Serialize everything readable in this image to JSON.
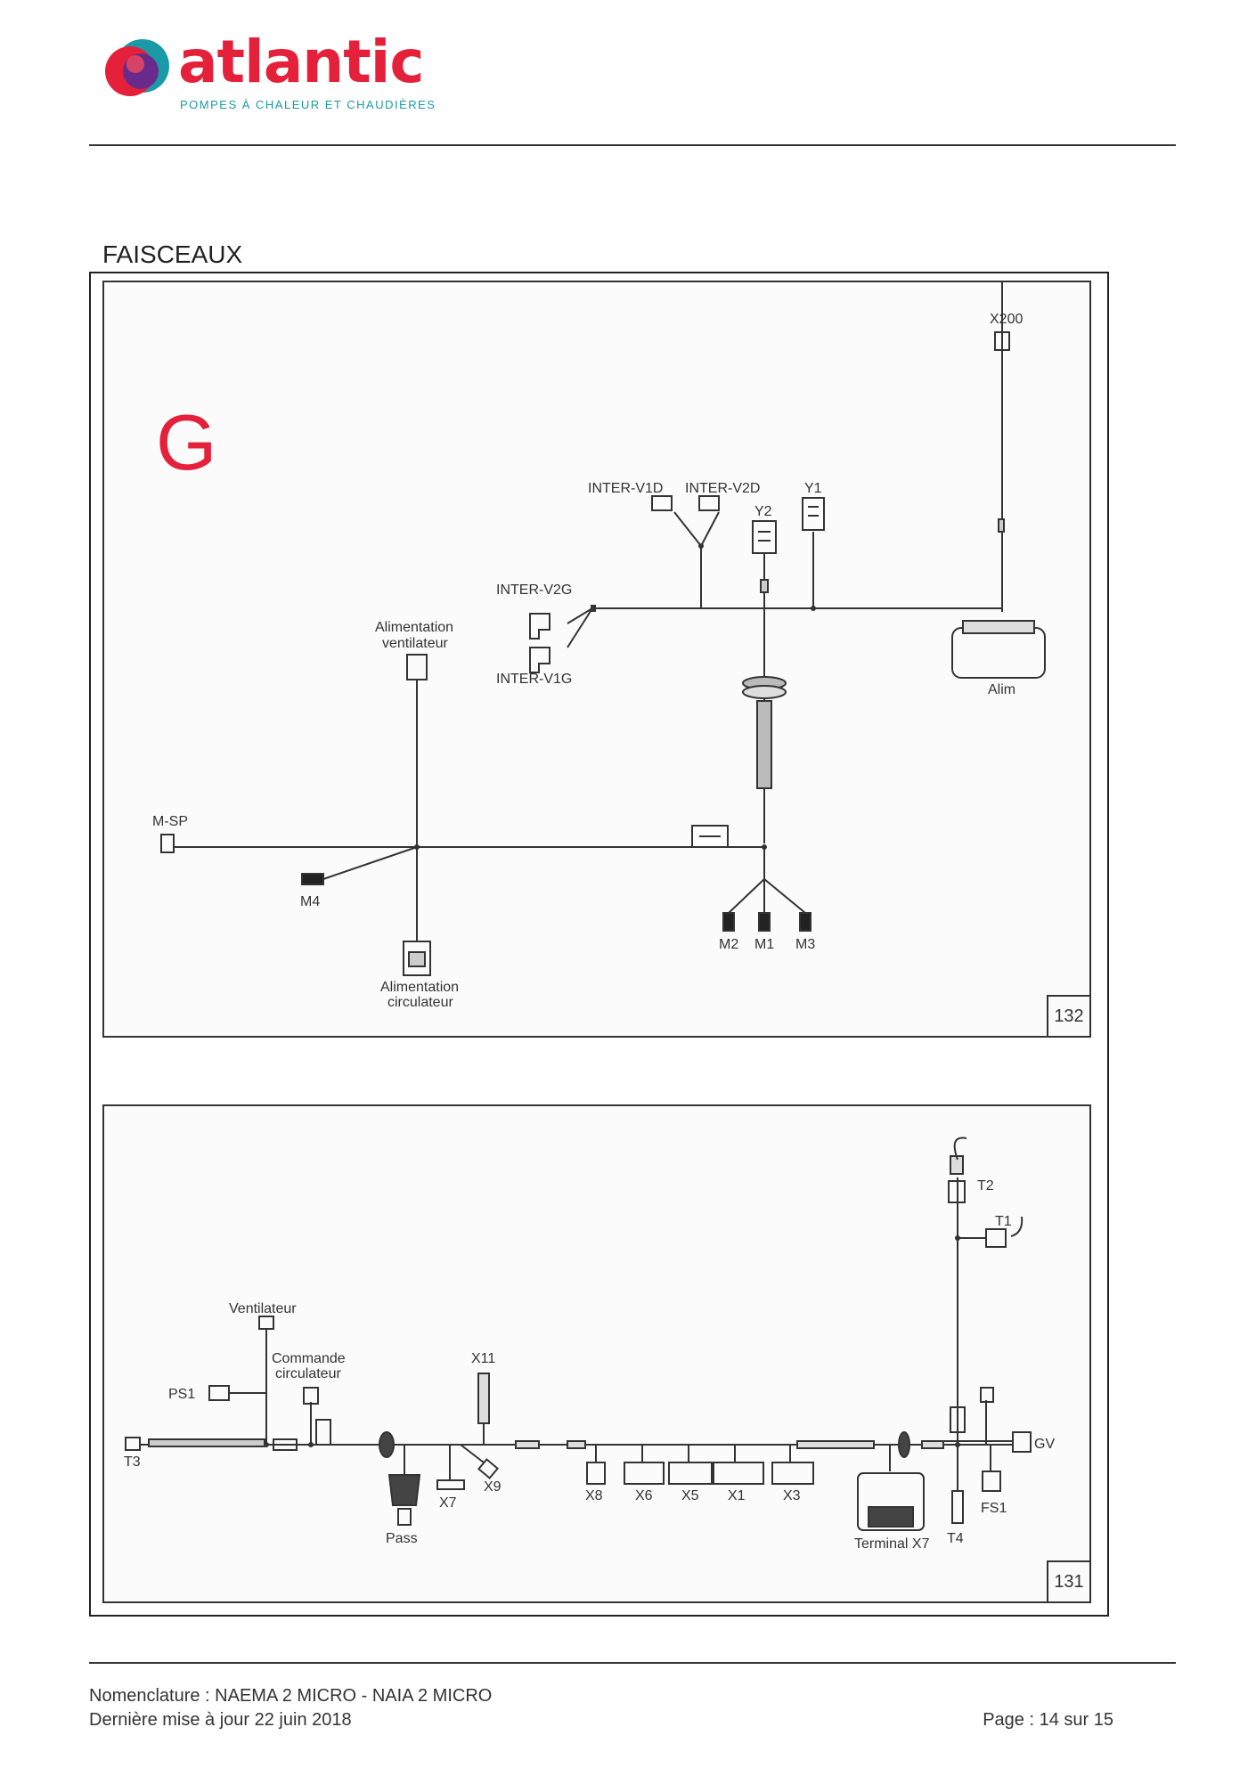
{
  "header": {
    "logo_word": "atlantic",
    "logo_tagline": "POMPES À CHALEUR ET CHAUDIÈRES",
    "colors": {
      "brand_red": "#e5203a",
      "brand_teal": "#1a9aa7",
      "brand_purple": "#6a2a8c"
    }
  },
  "section_title": "FAISCEAUX",
  "panel_top": {
    "variant_letter": "G",
    "number": "132",
    "labels": {
      "x200": "X200",
      "inter_v1d": "INTER-V1D",
      "inter_v2d": "INTER-V2D",
      "y1": "Y1",
      "y2": "Y2",
      "inter_v2g": "INTER-V2G",
      "inter_v1g": "INTER-V1G",
      "alim_vent_l1": "Alimentation",
      "alim_vent_l2": "ventilateur",
      "alim": "Alim",
      "msp": "M-SP",
      "m4": "M4",
      "m2": "M2",
      "m1": "M1",
      "m3": "M3",
      "alim_circ_l1": "Alimentation",
      "alim_circ_l2": "circulateur"
    }
  },
  "panel_bottom": {
    "number": "131",
    "labels": {
      "t2": "T2",
      "t1": "T1",
      "ventilateur": "Ventilateur",
      "cmd_circ_l1": "Commande",
      "cmd_circ_l2": "circulateur",
      "ps1": "PS1",
      "t3": "T3",
      "x11": "X11",
      "x9": "X9",
      "x7": "X7",
      "pass": "Pass",
      "x8": "X8",
      "x6": "X6",
      "x5": "X5",
      "x1": "X1",
      "x3": "X3",
      "terminal_x7": "Terminal X7",
      "t4": "T4",
      "fs1": "FS1",
      "gv": "GV"
    }
  },
  "footer": {
    "nomenclature": "Nomenclature : NAEMA 2 MICRO - NAIA 2 MICRO",
    "updated": "Dernière mise à jour 22 juin 2018",
    "page": "Page : 14 sur 15"
  }
}
